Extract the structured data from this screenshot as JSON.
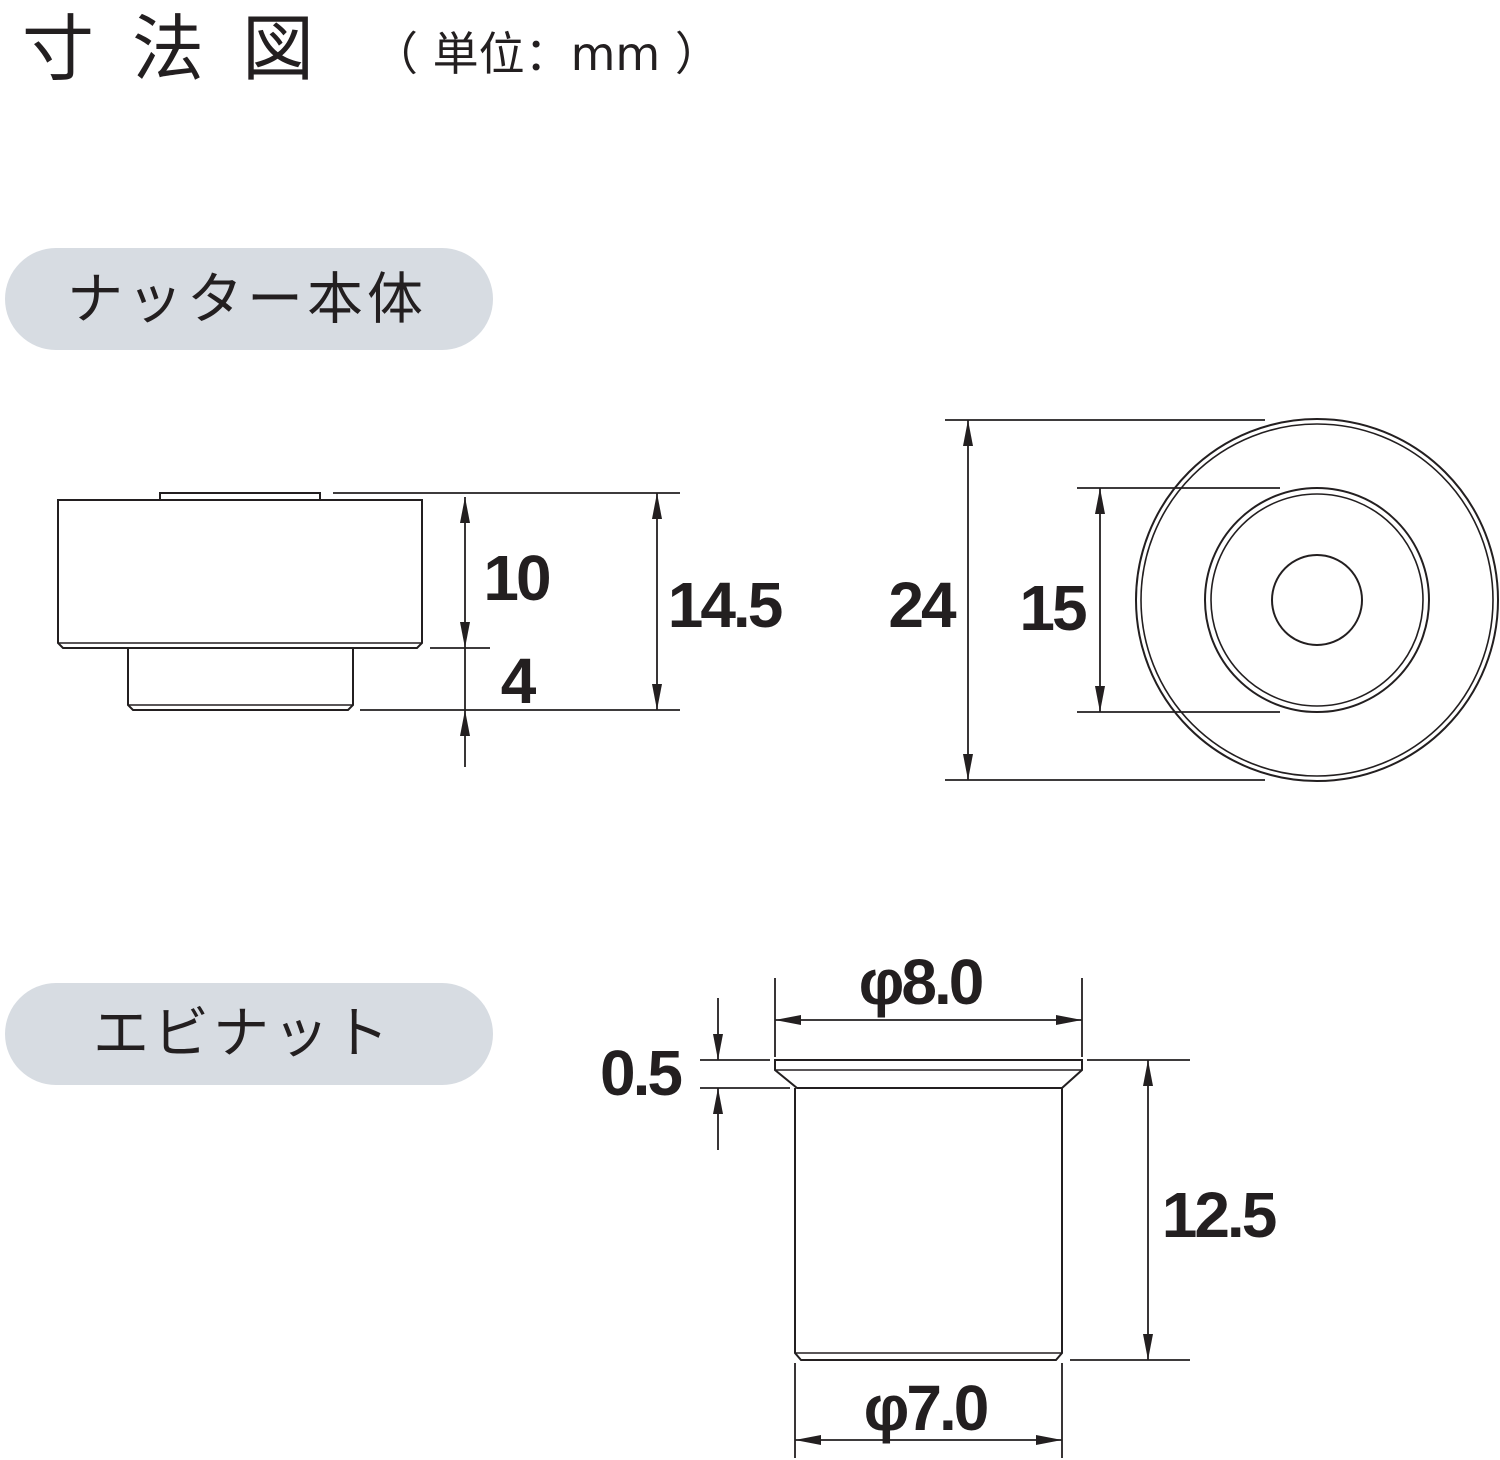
{
  "title": {
    "main": "寸法図",
    "unit": "（ 単位：mm ）"
  },
  "sections": {
    "nutter_body": {
      "label": "ナッター本体",
      "side_view": {
        "dim_upper": "10",
        "dim_lower": "4",
        "dim_total": "14.5"
      },
      "top_view": {
        "dim_outer": "24",
        "dim_inner": "15"
      }
    },
    "ebinut": {
      "label": "エビナット",
      "dim_flange_dia": "φ8.0",
      "dim_flange_thickness": "0.5",
      "dim_length": "12.5",
      "dim_body_dia": "φ7.0"
    }
  },
  "colors": {
    "line": "#231f20",
    "label_bg": "#d7dce2",
    "text": "#231f20"
  }
}
